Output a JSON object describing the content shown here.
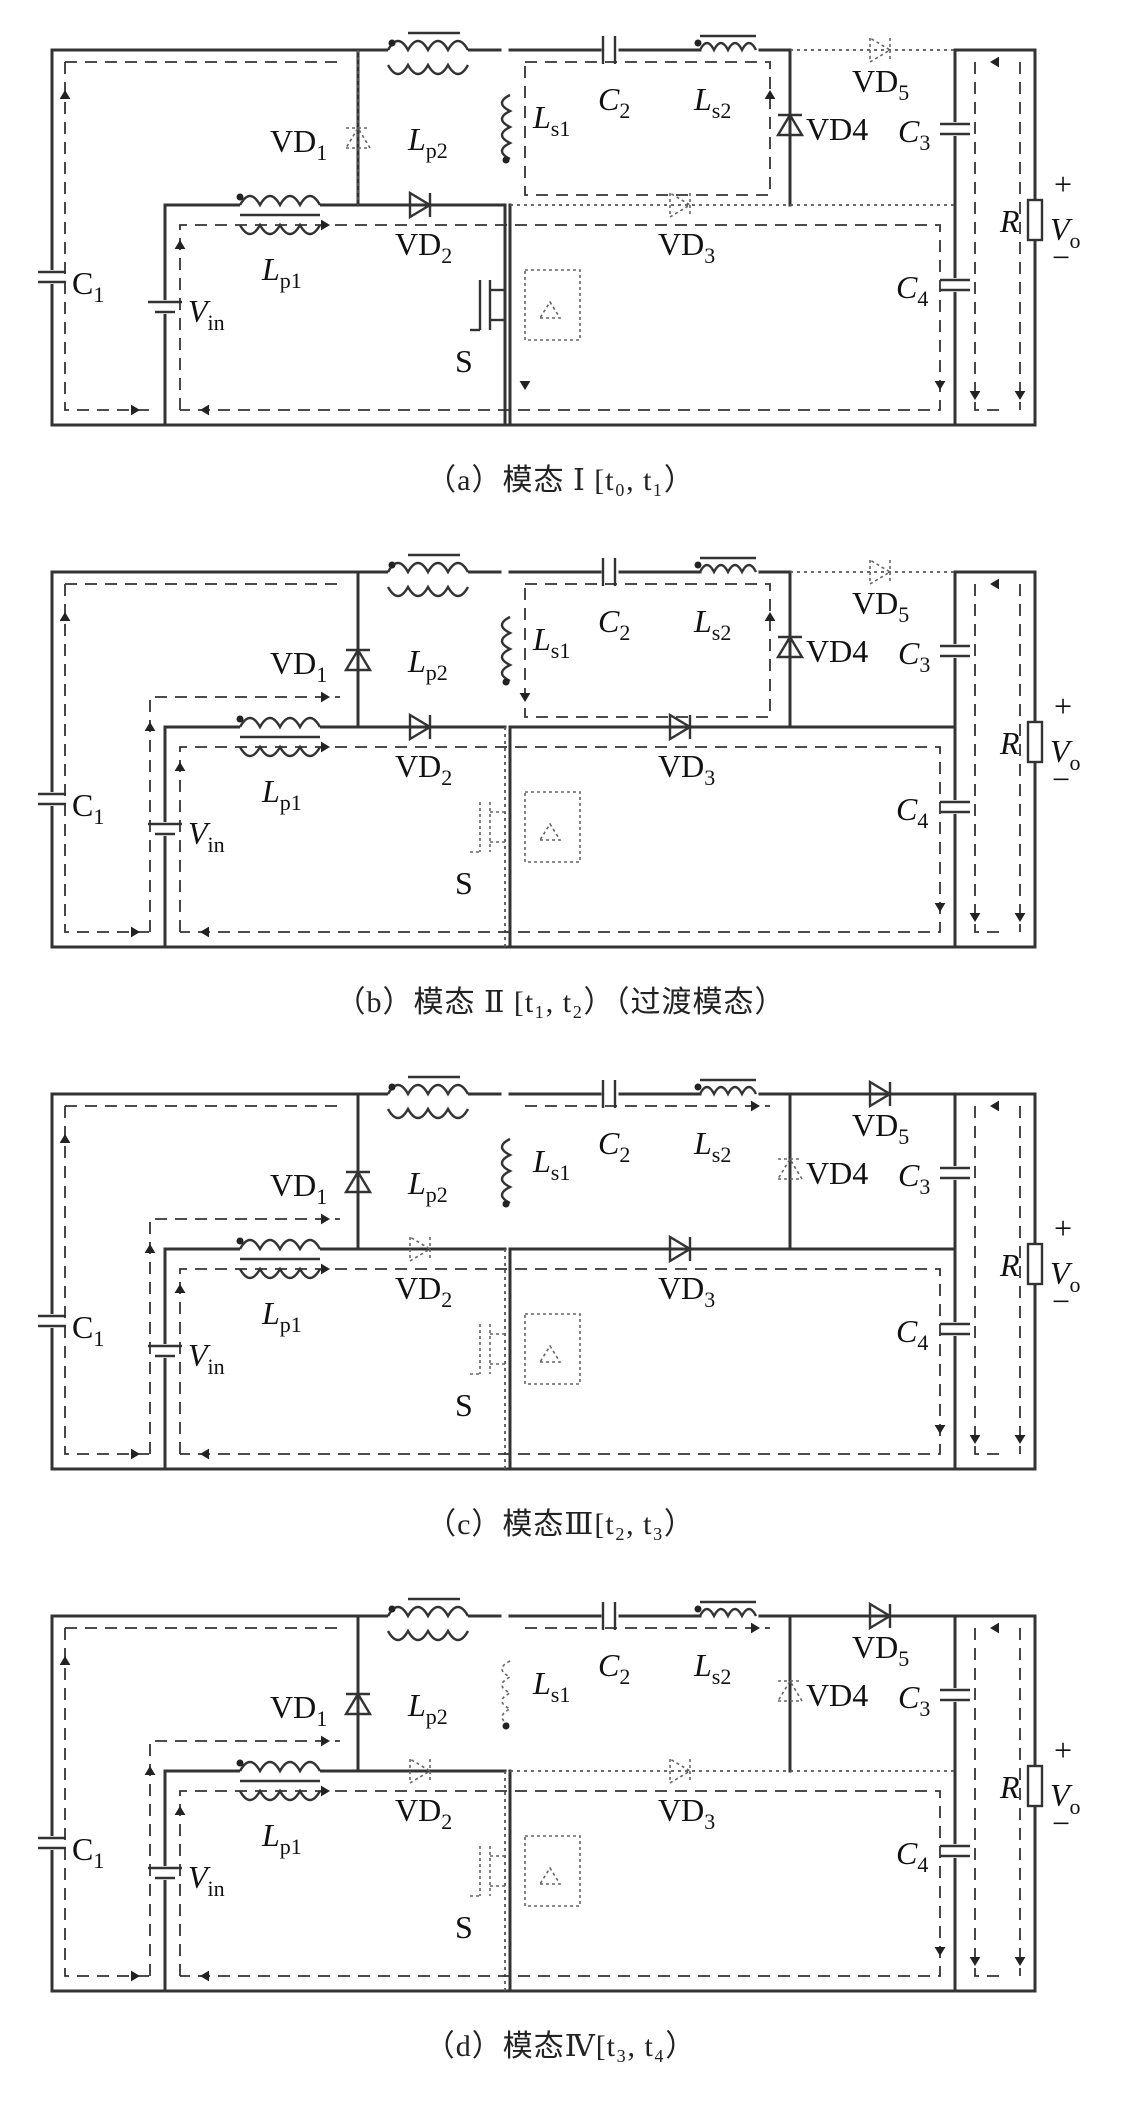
{
  "labels": {
    "C1": "C",
    "C1_sub": "1",
    "Vin": "V",
    "Vin_sub": "in",
    "Lp1": "L",
    "Lp1_sub": "p1",
    "Lp2": "L",
    "Lp2_sub": "p2",
    "Ls1": "L",
    "Ls1_sub": "s1",
    "Ls2": "L",
    "Ls2_sub": "s2",
    "C2": "C",
    "C2_sub": "2",
    "C3": "C",
    "C3_sub": "3",
    "C4": "C",
    "C4_sub": "4",
    "VD1": "VD",
    "VD1_sub": "1",
    "VD2": "VD",
    "VD2_sub": "2",
    "VD3": "VD",
    "VD3_sub": "3",
    "VD4": "VD4",
    "VD5": "VD",
    "VD5_sub": "5",
    "S": "S",
    "R": "R",
    "Vo": "V",
    "Vo_sub": "o",
    "plus": "+",
    "minus": "−"
  },
  "panels": [
    {
      "id": "a",
      "caption": "（a）模态 Ⅰ [t₀, t₁）",
      "state": {
        "VD1": "off",
        "VD2": "on",
        "VD3": "off",
        "VD4": "on",
        "VD5": "off",
        "S": "on",
        "Ls1": "on"
      }
    },
    {
      "id": "b",
      "caption": "（b）模态 Ⅱ [t₁, t₂）（过渡模态）",
      "state": {
        "VD1": "on",
        "VD2": "on",
        "VD3": "on",
        "VD4": "on",
        "VD5": "off",
        "S": "off",
        "Ls1": "on"
      }
    },
    {
      "id": "c",
      "caption": "（c）模态Ⅲ[t₂, t₃）",
      "state": {
        "VD1": "on",
        "VD2": "off",
        "VD3": "on",
        "VD4": "off",
        "VD5": "on",
        "S": "off",
        "Ls1": "on"
      }
    },
    {
      "id": "d",
      "caption": "（d）模态Ⅳ[t₃, t₄）",
      "state": {
        "VD1": "on",
        "VD2": "off",
        "VD3": "off",
        "VD4": "off",
        "VD5": "on",
        "S": "off",
        "Ls1": "off"
      }
    }
  ]
}
